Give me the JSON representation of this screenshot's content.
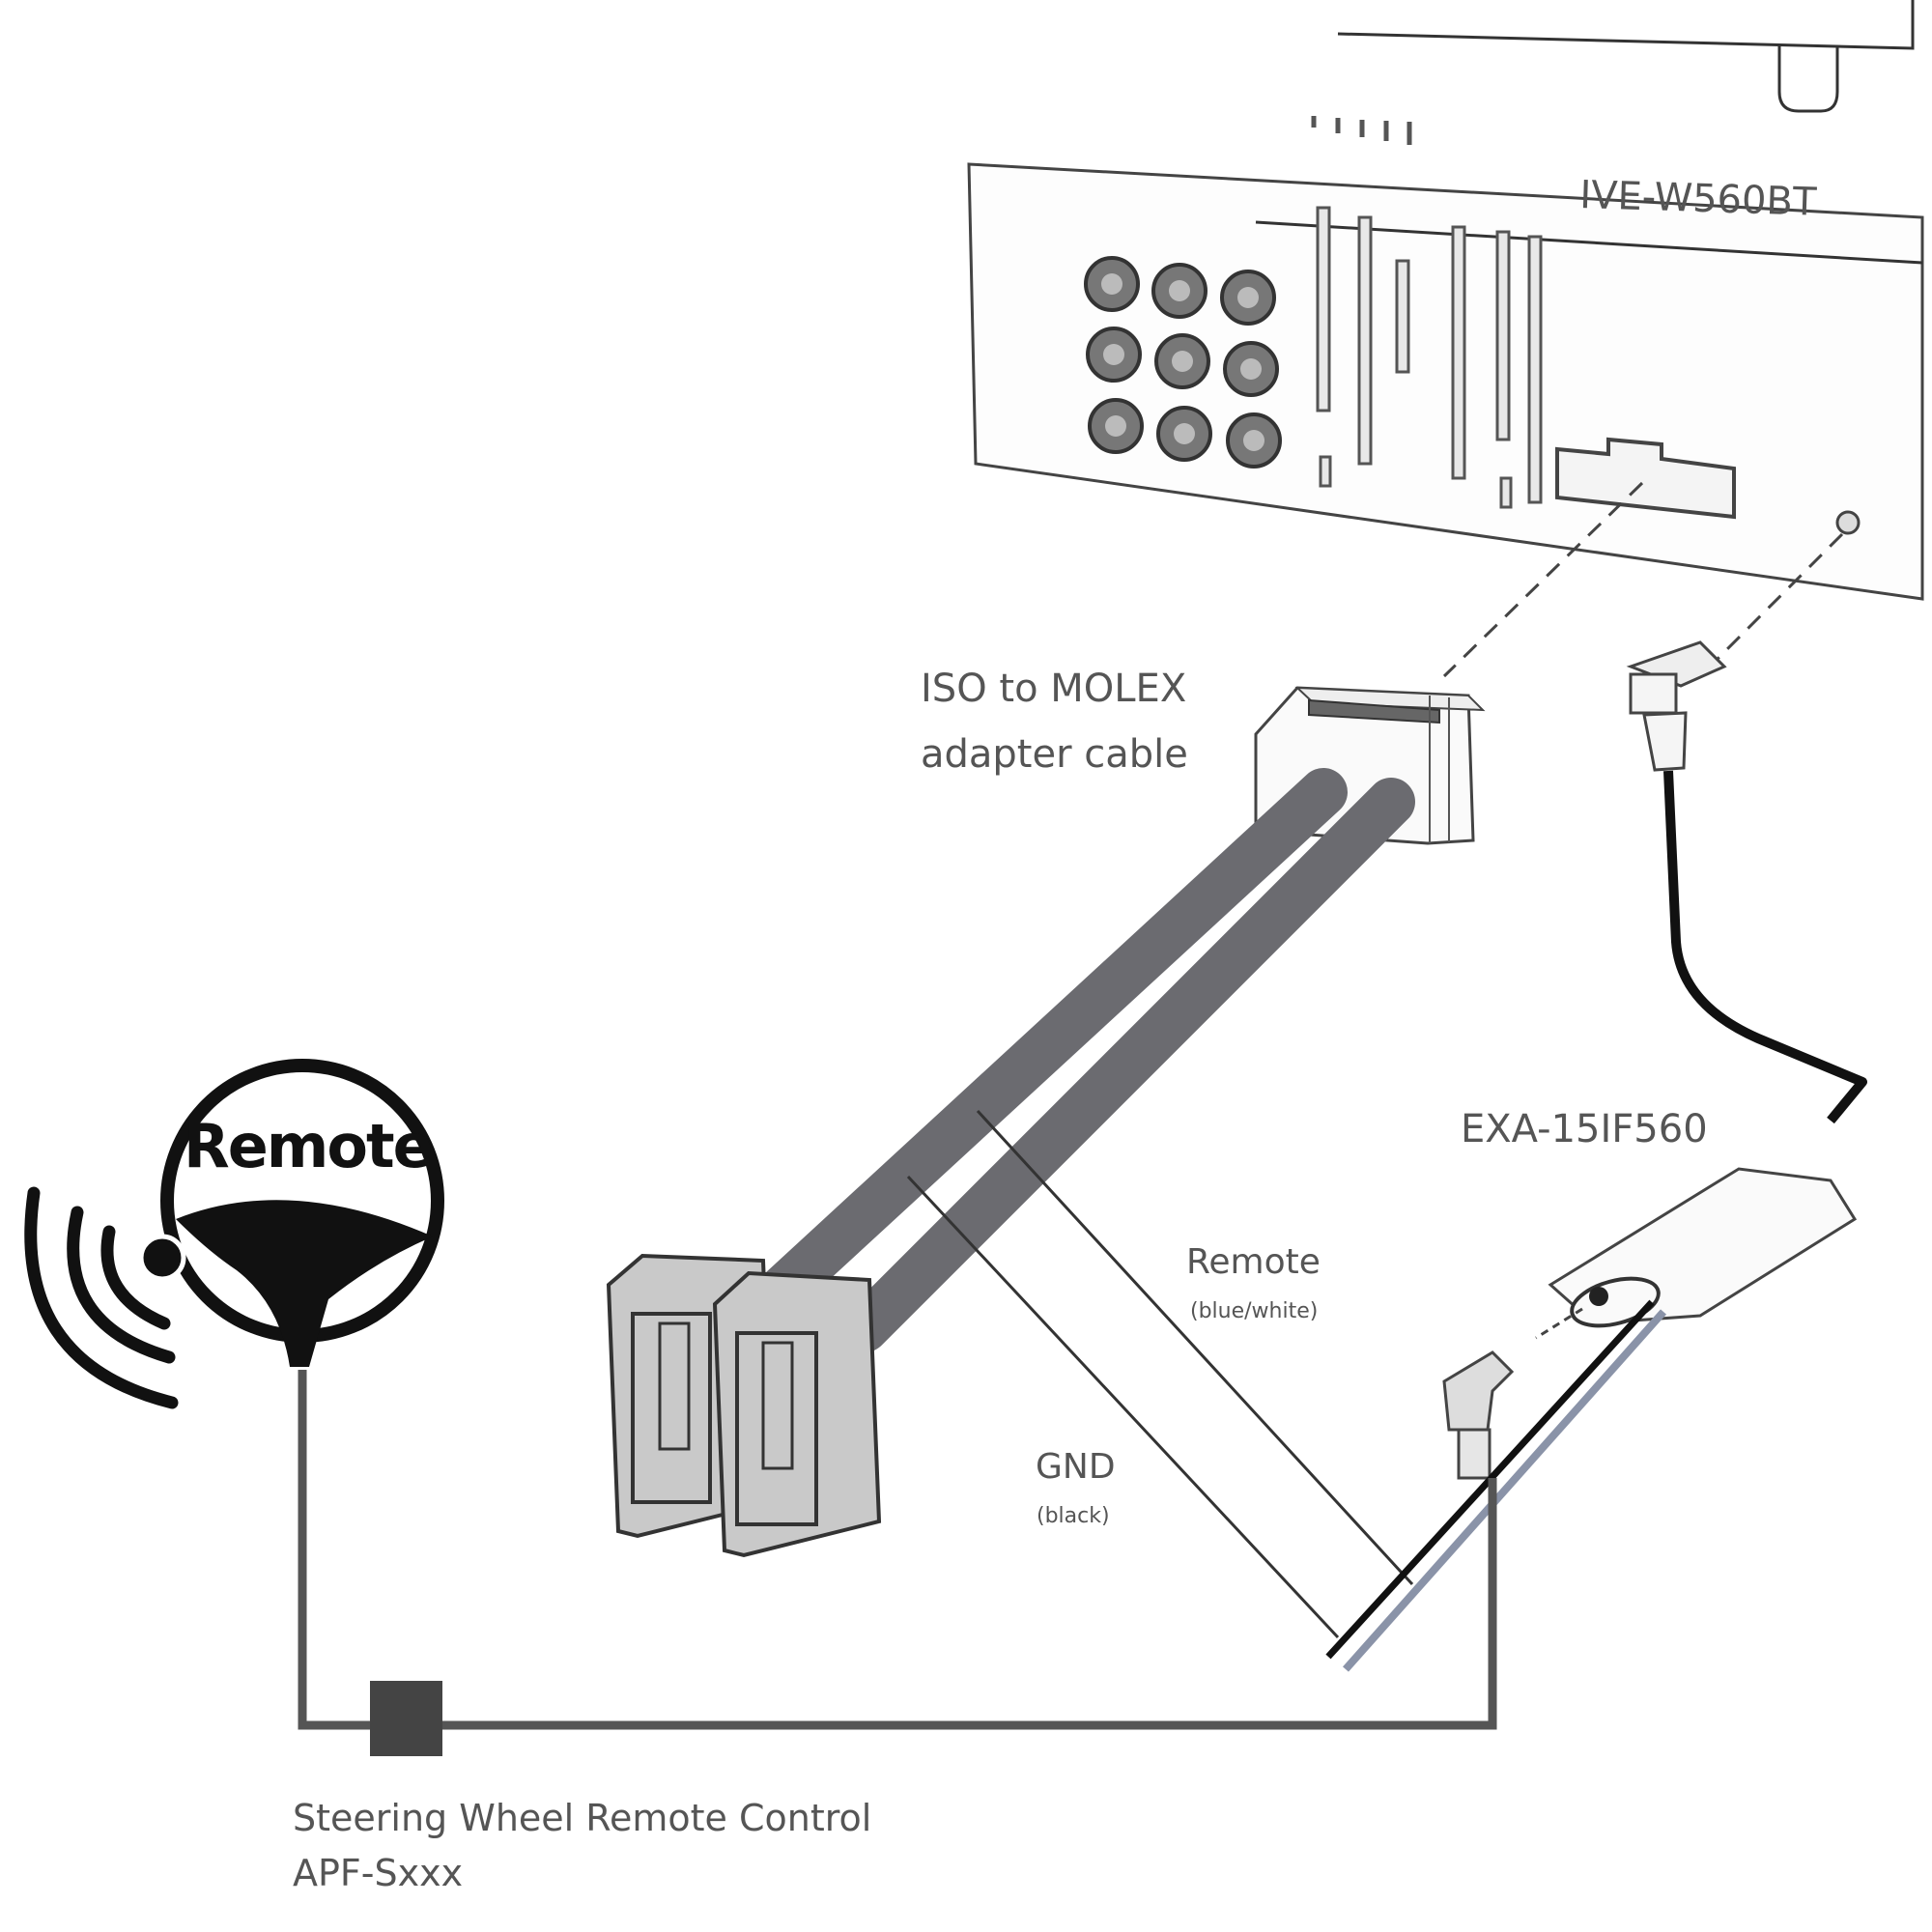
{
  "head_unit": {
    "model_label": "IVE-W560BT"
  },
  "adapter_cable": {
    "label_line1": "ISO to MOLEX",
    "label_line2": "adapter cable"
  },
  "interface_module": {
    "model_label": "EXA-15IF560"
  },
  "wires": {
    "remote_label": "Remote",
    "remote_color": "(blue/white)",
    "gnd_label": "GND",
    "gnd_color": "(black)"
  },
  "steering_remote": {
    "logo_text": "Remote",
    "label_line1": "Steering Wheel Remote Control",
    "label_line2": "APF-Sxxx"
  },
  "colors": {
    "cable_gray": "#6b6b70",
    "wire_black": "#111111",
    "wire_blue_white": "#8a93a8",
    "control_box": "#444444"
  }
}
